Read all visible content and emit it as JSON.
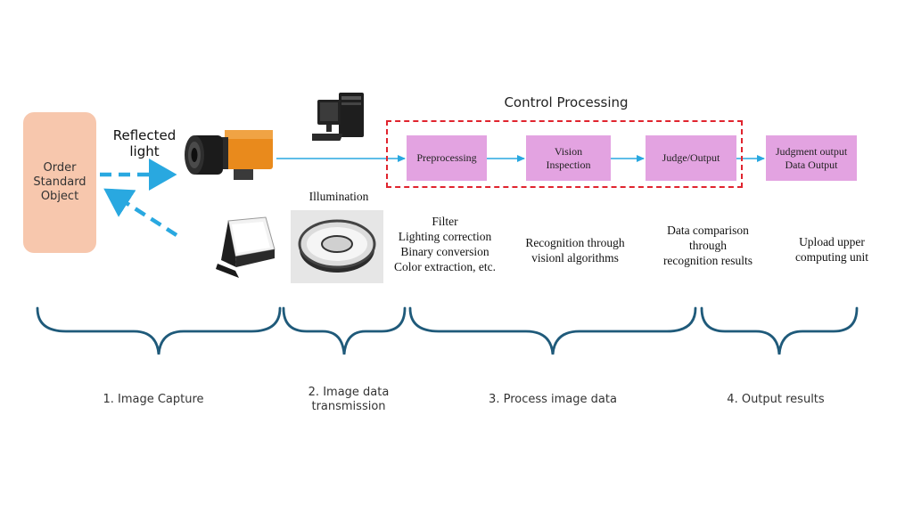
{
  "object": {
    "lines": [
      "Order",
      "Standard",
      "Object"
    ]
  },
  "reflected_light": {
    "lines": [
      "Reflected",
      "light"
    ]
  },
  "illumination_label": "Illumination",
  "control_processing_title": "Control Processing",
  "process_boxes": [
    {
      "lines": [
        "Preprocessing"
      ]
    },
    {
      "lines": [
        "Vision",
        "Inspection"
      ]
    },
    {
      "lines": [
        "Judge/Output"
      ]
    },
    {
      "lines": [
        "Judgment output",
        "Data Output"
      ]
    }
  ],
  "descriptions": [
    {
      "lines": [
        "Filter",
        "Lighting correction",
        "Binary conversion",
        "Color extraction, etc."
      ]
    },
    {
      "lines": [
        "Recognition through",
        "visionl algorithms"
      ]
    },
    {
      "lines": [
        "Data comparison",
        "through",
        "recognition results"
      ]
    },
    {
      "lines": [
        "Upload upper",
        "computing unit"
      ]
    }
  ],
  "stages": [
    {
      "lines": [
        "1. Image Capture"
      ]
    },
    {
      "lines": [
        "2. Image data",
        "transmission"
      ]
    },
    {
      "lines": [
        "3. Process image data"
      ]
    },
    {
      "lines": [
        "4. Output results"
      ]
    }
  ],
  "colors": {
    "object_fill": "#f7c7ad",
    "process_fill": "#e3a3e1",
    "arrow_blue": "#29a8e0",
    "dashed_red": "#e0242e",
    "brace_blue": "#1f5a7a",
    "camera_orange": "#e98a1c"
  },
  "icons": [
    "camera-icon",
    "computer-icon",
    "square-light-icon",
    "ring-light-icon"
  ]
}
